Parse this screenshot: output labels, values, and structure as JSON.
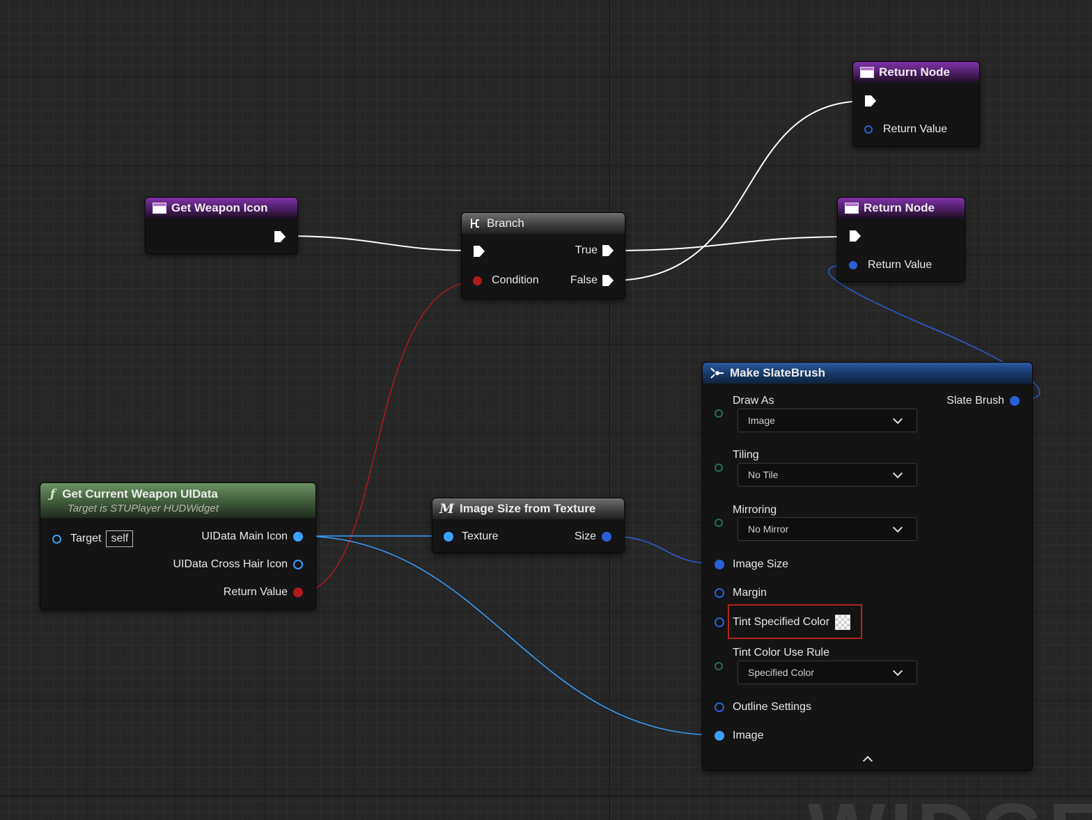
{
  "nodes": {
    "get_weapon_icon": {
      "title": "Get Weapon Icon"
    },
    "branch": {
      "title": "Branch",
      "in_condition": "Condition",
      "out_true": "True",
      "out_false": "False"
    },
    "return_node_1": {
      "title": "Return Node",
      "out_return_value": "Return Value"
    },
    "return_node_2": {
      "title": "Return Node",
      "out_return_value": "Return Value"
    },
    "get_current_weapon_uidata": {
      "title": "Get Current Weapon UIData",
      "subtitle": "Target is STUPlayer HUDWidget",
      "target_label": "Target",
      "target_value": "self",
      "out_main_icon": "UIData Main Icon",
      "out_crosshair_icon": "UIData Cross Hair Icon",
      "out_return_value": "Return Value"
    },
    "image_size_from_texture": {
      "title": "Image Size from Texture",
      "in_texture": "Texture",
      "out_size": "Size"
    },
    "make_slatebrush": {
      "title": "Make SlateBrush",
      "out_slate_brush": "Slate Brush",
      "draw_as_label": "Draw As",
      "draw_as_value": "Image",
      "tiling_label": "Tiling",
      "tiling_value": "No Tile",
      "mirroring_label": "Mirroring",
      "mirroring_value": "No Mirror",
      "image_size_label": "Image Size",
      "margin_label": "Margin",
      "tint_specified_color_label": "Tint Specified Color",
      "tint_color_use_rule_label": "Tint Color Use Rule",
      "tint_color_use_rule_value": "Specified Color",
      "outline_settings_label": "Outline Settings",
      "image_label": "Image"
    }
  },
  "watermark": "WIDGET",
  "colors": {
    "exec_wire": "#ffffff",
    "struct_wire": "#3aa0ff",
    "bool_wire": "#b01a1a",
    "highlight": "#b3241b"
  }
}
